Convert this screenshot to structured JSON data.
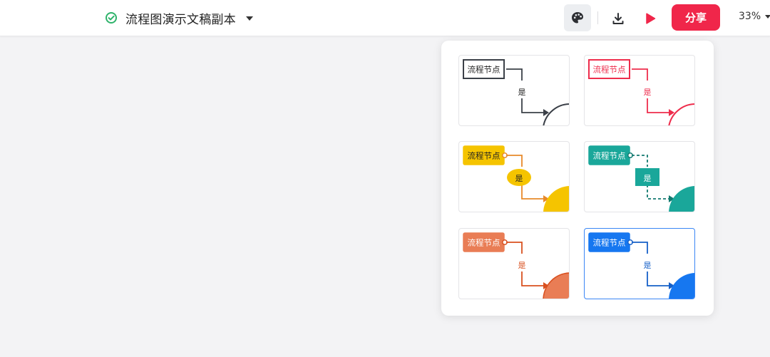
{
  "header": {
    "doc_title": "流程图演示文稿副本",
    "share_label": "分享",
    "zoom_label": "33%",
    "icons": {
      "status": "check-circle-icon",
      "title_dropdown": "caret-down-icon",
      "theme": "palette-icon",
      "download": "download-icon",
      "present": "play-icon",
      "zoom_dropdown": "caret-down-icon"
    },
    "colors": {
      "share_bg": "#f0264a",
      "status_green": "#2fb36b"
    }
  },
  "theme_panel": {
    "selected_index": 5,
    "themes": [
      {
        "node_label": "流程节点",
        "edge_label": "是",
        "style": "outline",
        "accent": "#3b4048",
        "arrow": "#3b4048",
        "node_text": "#222222",
        "fill": "#ffffff"
      },
      {
        "node_label": "流程节点",
        "edge_label": "是",
        "style": "outline",
        "accent": "#ee2d4c",
        "arrow": "#ee2d4c",
        "node_text": "#ee2d4c",
        "fill": "#ffffff"
      },
      {
        "node_label": "流程节点",
        "edge_label": "是",
        "style": "filled",
        "accent": "#f5c400",
        "arrow": "#e8892a",
        "node_text": "#222222",
        "fill": "#f5c400"
      },
      {
        "node_label": "流程节点",
        "edge_label": "是",
        "style": "filled-dashed",
        "accent": "#1aa79a",
        "arrow": "#137a70",
        "node_text": "#ffffff",
        "fill": "#1aa79a"
      },
      {
        "node_label": "流程节点",
        "edge_label": "是",
        "style": "filled",
        "accent": "#e97d55",
        "arrow": "#d9501f",
        "node_text": "#ffffff",
        "fill": "#e97d55"
      },
      {
        "node_label": "流程节点",
        "edge_label": "是",
        "style": "filled",
        "accent": "#1677f0",
        "arrow": "#1660c8",
        "node_text": "#ffffff",
        "fill": "#1677f0"
      }
    ]
  }
}
